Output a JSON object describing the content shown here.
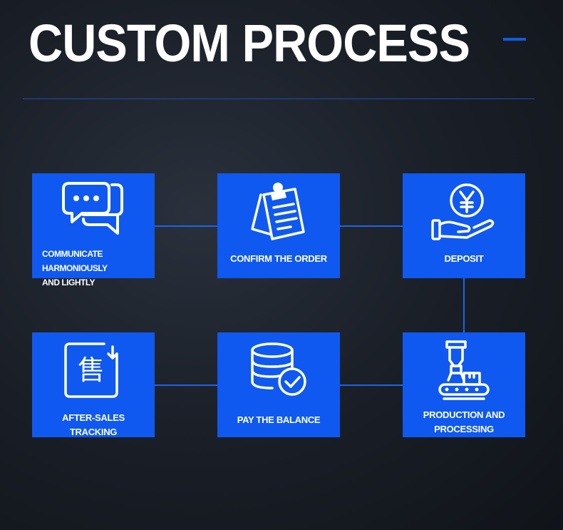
{
  "title": "CUSTOM PROCESS",
  "colors": {
    "box": "#0f59f0",
    "accent": "#0b5fe0",
    "background": "#1b2029",
    "text": "#ffffff"
  },
  "steps": [
    {
      "label_line1": "COMMUNICATE HARMONIOUSLY",
      "label_line2": "AND LIGHTLY",
      "icon": "chat-bubbles-icon"
    },
    {
      "label_line1": "CONFIRM THE ORDER",
      "icon": "clipboard-document-icon"
    },
    {
      "label_line1": "DEPOSIT",
      "icon": "yen-coin-hand-icon"
    },
    {
      "label_line1": "PRODUCTION AND",
      "label_line2": "PROCESSING",
      "icon": "robotic-arm-conveyor-icon"
    },
    {
      "label_line1": "PAY THE BALANCE",
      "icon": "database-check-icon"
    },
    {
      "label_line1": "AFTER-SALES TRACKING",
      "icon": "service-document-icon",
      "icon_glyph": "售"
    }
  ]
}
